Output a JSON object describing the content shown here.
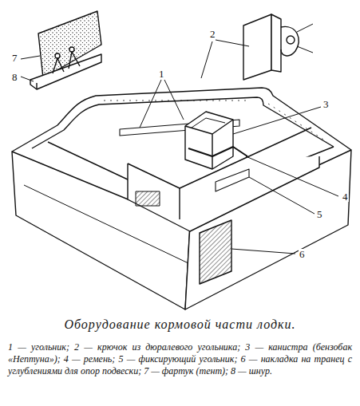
{
  "diagram": {
    "caption": "Оборудование кормовой части лодки.",
    "labels": [
      "2",
      "7",
      "1",
      "8",
      "3",
      "4",
      "5",
      "6",
      "1 — угольник; 2 — крючок из дюралевого угольника; 3 — канистра (бензобак «Нептуна»); 4 — ремень; 5 — фиксирующий угольник; 6 — накладка на транец с углублениями для опор подвески; 7 — фартук (тент); 8 — шнур."
    ]
  }
}
